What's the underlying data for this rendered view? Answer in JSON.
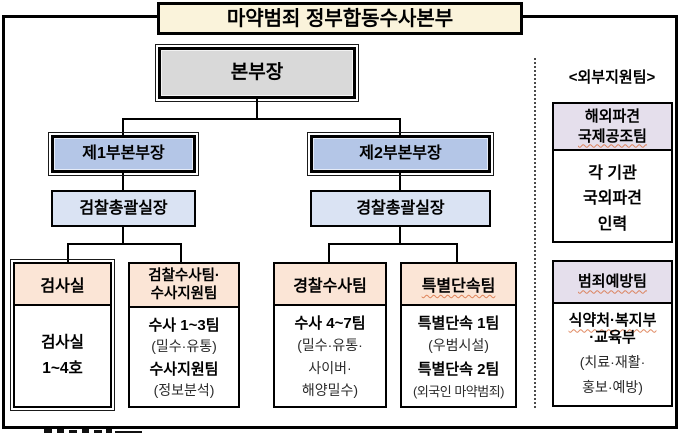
{
  "title": "마약범죄 정부합동수사본부",
  "head": "본부장",
  "branches": {
    "left": {
      "deputy": "제1부본부장",
      "director": "검찰총괄실장"
    },
    "right": {
      "deputy": "제2부본부장",
      "director": "경찰총괄실장"
    }
  },
  "units": [
    {
      "header": "검사실",
      "lines": [
        "검사실",
        "1~4호"
      ]
    },
    {
      "header1": "검찰수사팀·",
      "header2": "수사지원팀",
      "lines": [
        "수사 1~3팀",
        "(밀수·유통)",
        "수사지원팀",
        "(정보분석)"
      ]
    },
    {
      "header": "경찰수사팀",
      "lines": [
        "수사 4~7팀",
        "(밀수·유통·",
        "사이버·",
        "해양밀수)"
      ]
    },
    {
      "header": "특별단속팀",
      "lines": [
        "특별단속 1팀",
        "(우범시설)",
        "특별단속 2팀",
        "(외국인 마약범죄)"
      ]
    }
  ],
  "external": {
    "label": "<외부지원팀>",
    "teams": [
      {
        "header1": "해외파견",
        "header2": "국제공조팀",
        "lines": [
          "각 기관",
          "국외파견",
          "인력"
        ]
      },
      {
        "header": "범죄예방팀",
        "lines": [
          "식약처·복지부",
          "·교육부",
          "(치료·재활·",
          "홍보·예방)"
        ]
      }
    ]
  },
  "colors": {
    "title_bg": "#FAF3DB",
    "head_bg": "#D9D9D9",
    "deputy_bg": "#B4C6E7",
    "director_bg": "#DAE3F3",
    "unit_header_bg": "#FBE5D6",
    "external_header_bg": "#E5DFEC",
    "border": "#000000",
    "squiggle": "#D86A3A"
  }
}
